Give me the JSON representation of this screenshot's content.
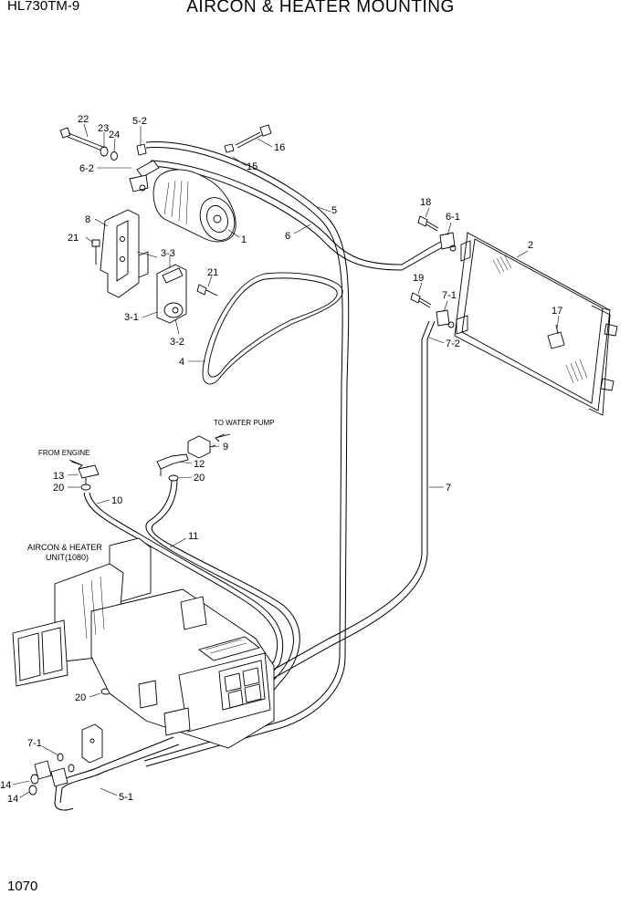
{
  "header": {
    "model": "HL730TM-9",
    "title": "AIRCON & HEATER MOUNTING"
  },
  "page_number": "1070",
  "notes": {
    "to_water_pump": "TO WATER PUMP",
    "from_engine": "FROM ENGINE",
    "unit_line1": "AIRCON & HEATER",
    "unit_line2": "UNIT(1080)"
  },
  "callouts": {
    "c22": "22",
    "c23": "23",
    "c24": "24",
    "c5_2": "5-2",
    "c6_2": "6-2",
    "c16": "16",
    "c15": "15",
    "c5": "5",
    "c6": "6",
    "c1": "1",
    "c8": "8",
    "c21a": "21",
    "c3_3": "3-3",
    "c21b": "21",
    "c3_1": "3-1",
    "c3_2": "3-2",
    "c4": "4",
    "c18": "18",
    "c6_1": "6-1",
    "c2": "2",
    "c19": "19",
    "c7_1a": "7-1",
    "c17": "17",
    "c7_2": "7-2",
    "c9": "9",
    "c12": "12",
    "c20a": "20",
    "c13": "13",
    "c20b": "20",
    "c10": "10",
    "c11": "11",
    "c7": "7",
    "c20c": "20",
    "c7_1b": "7-1",
    "c14a": "14",
    "c14b": "14",
    "c5_1": "5-1"
  }
}
